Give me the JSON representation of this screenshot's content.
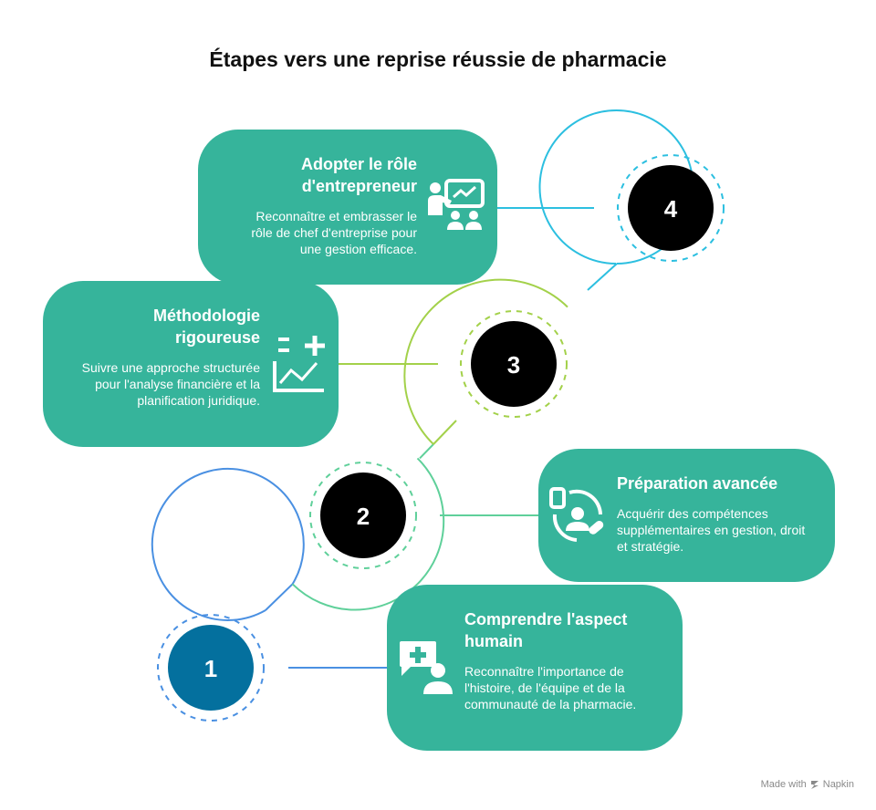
{
  "title": "Étapes vers une reprise réussie de pharmacie",
  "steps": [
    {
      "number": "1",
      "title": "Comprendre l'aspect humain",
      "text": "Reconnaître l'importance de l'histoire, de l'équipe et de la communauté de la pharmacie.",
      "icon": "pharmacy-consultation-icon",
      "accent": "#4a90e2",
      "fill": "#04709e"
    },
    {
      "number": "2",
      "title": "Préparation avancée",
      "text": "Acquérir des compétences supplémentaires en gestion, droit et stratégie.",
      "icon": "skills-training-icon",
      "accent": "#5fd09a",
      "fill": "#000000"
    },
    {
      "number": "3",
      "title": "Méthodologie rigoureuse",
      "text": "Suivre une approche structurée pour l'analyse financière et la planification juridique.",
      "icon": "analysis-chart-icon",
      "accent": "#a3d14a",
      "fill": "#000000"
    },
    {
      "number": "4",
      "title": "Adopter le rôle d'entrepreneur",
      "text": "Reconnaître et embrasser le rôle de chef d'entreprise pour une gestion efficace.",
      "icon": "presentation-leader-icon",
      "accent": "#2cbfe0",
      "fill": "#000000"
    }
  ],
  "colors": {
    "card": "#36b49b",
    "text_on_card": "#ffffff"
  },
  "footer": {
    "made_with": "Made with",
    "brand": "Napkin"
  }
}
